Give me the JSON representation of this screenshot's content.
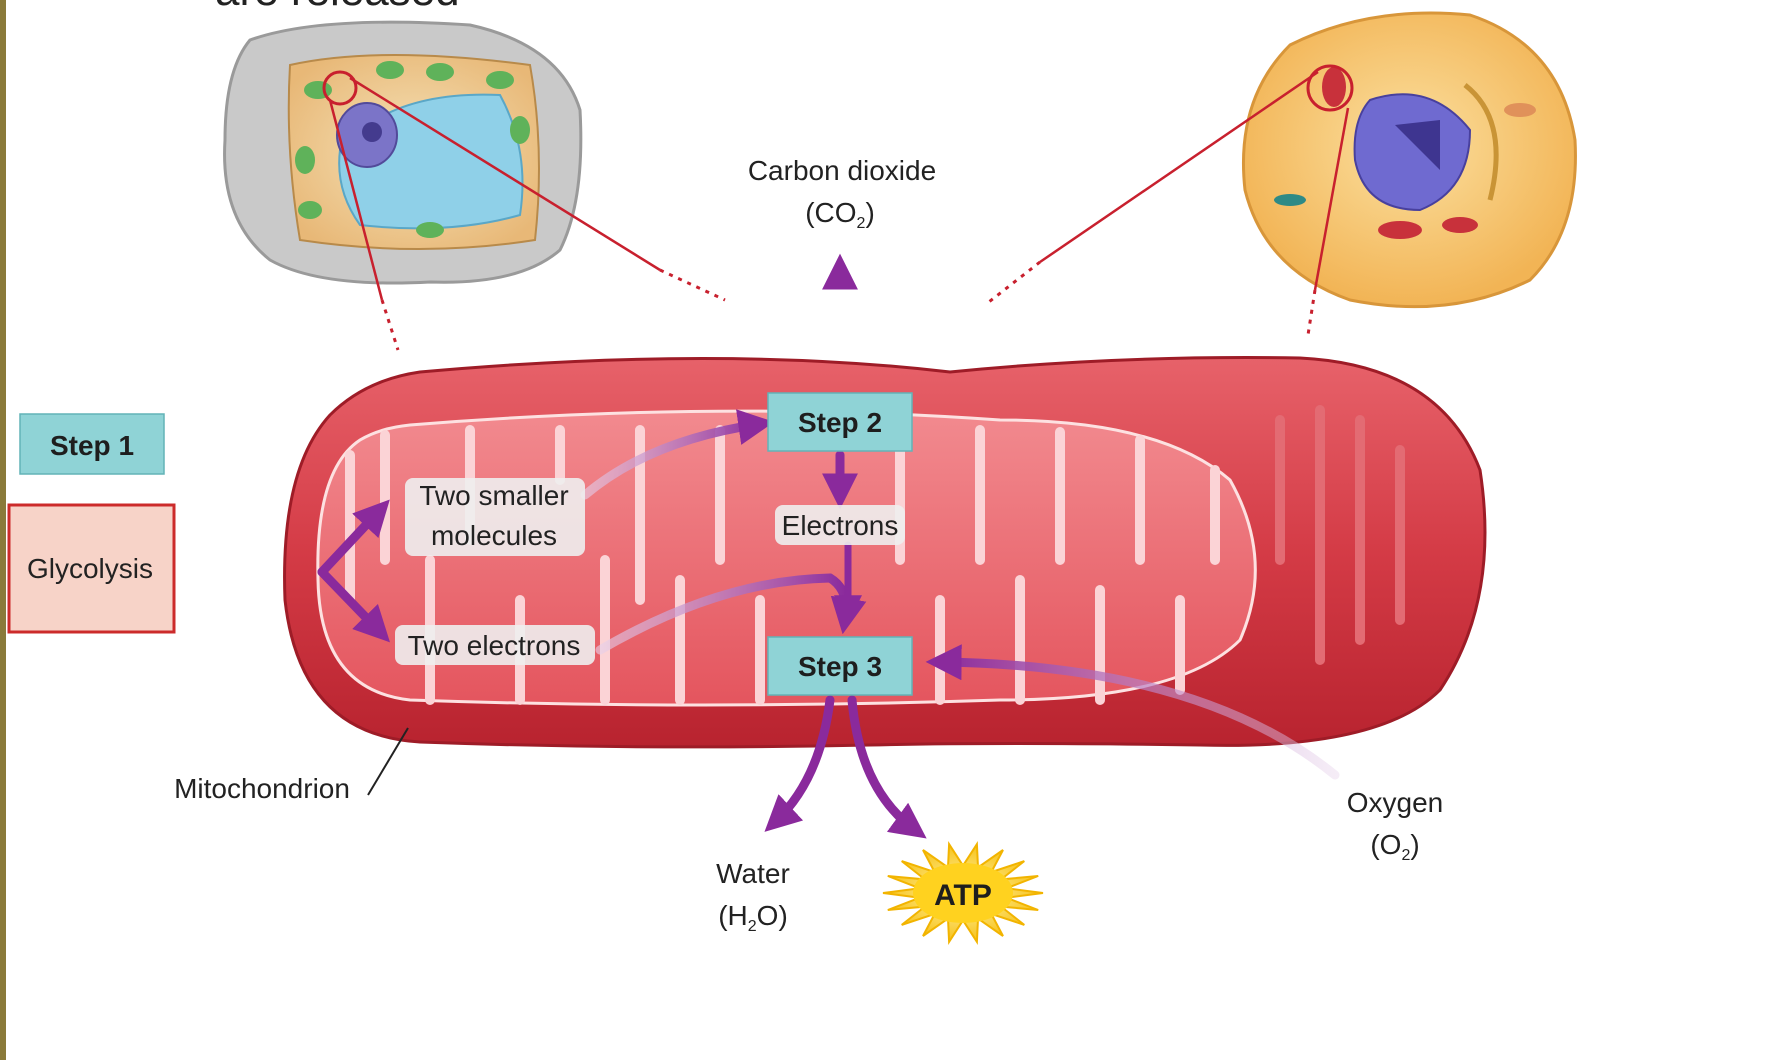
{
  "header_fragment": "are released",
  "step1_label": "Step 1",
  "glycolysis_label": "Glycolysis",
  "step2_label": "Step 2",
  "step3_label": "Step 3",
  "two_smaller_line1": "Two smaller",
  "two_smaller_line2": "molecules",
  "two_electrons_label": "Two electrons",
  "electrons_label": "Electrons",
  "co2_name": "Carbon dioxide",
  "co2_formula_main": "(CO",
  "co2_formula_sub": "2",
  "co2_formula_end": ")",
  "water_name": "Water",
  "water_formula_main": "(H",
  "water_formula_sub": "2",
  "water_formula_end": "O)",
  "oxygen_name": "Oxygen",
  "oxygen_formula_main": "(O",
  "oxygen_formula_sub": "2",
  "oxygen_formula_end": ")",
  "atp_label": "ATP",
  "mitochondrion_label": "Mitochondrion",
  "colors": {
    "arrow_purple": "#8a2a9c",
    "step_box_teal": "#8fd3d6",
    "mito_red": "#d8404a",
    "glycolysis_border": "#cc2b2b",
    "glycolysis_fill": "#f7d3c8",
    "plant_cell_vacuole": "#8fd0e8",
    "animal_cell_body": "#f6c56a"
  }
}
